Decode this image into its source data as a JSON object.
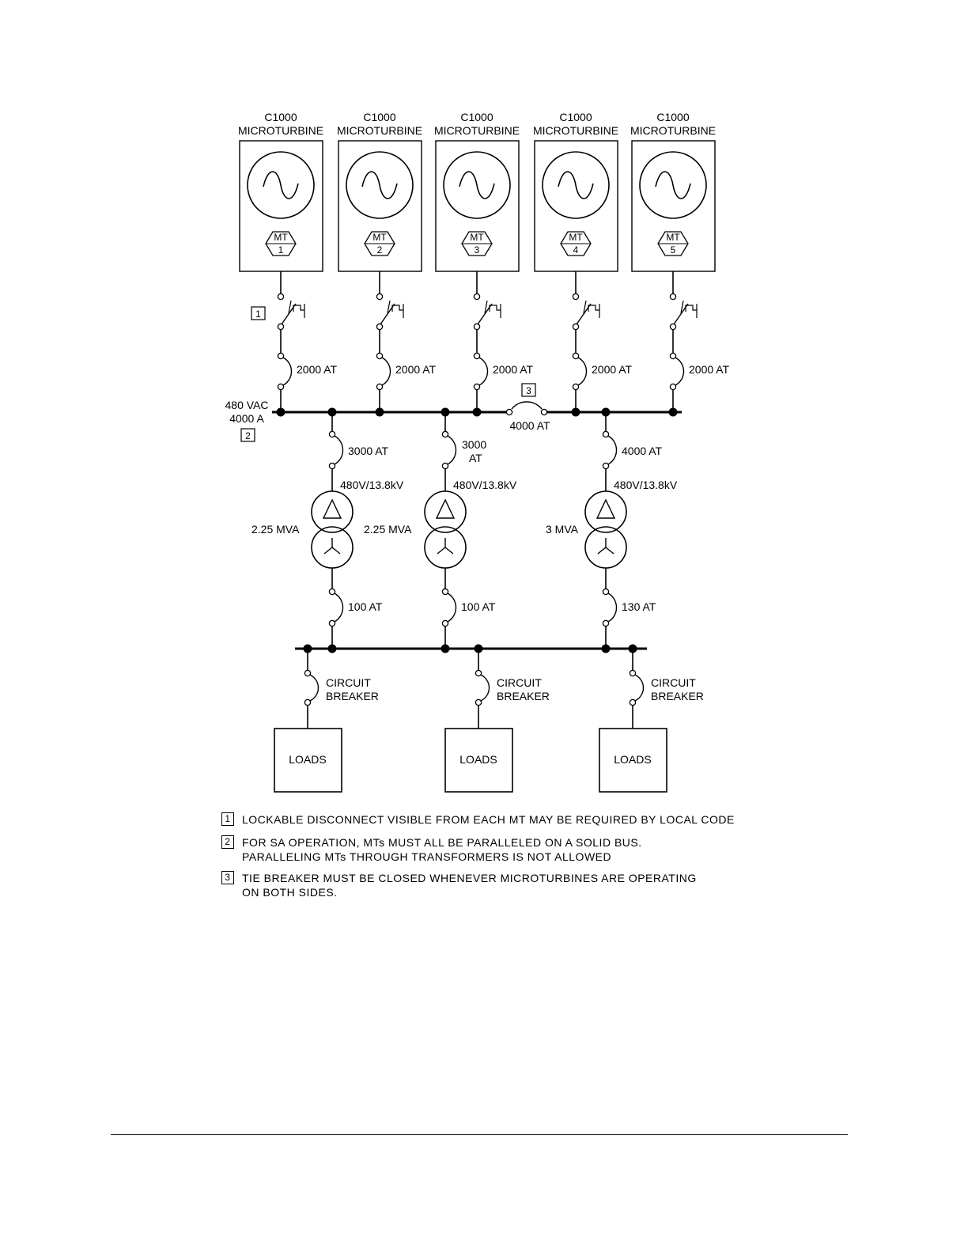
{
  "microturbines": [
    {
      "model": "C1000",
      "type": "MICROTURBINE",
      "badge": "MT",
      "number": "1",
      "breaker": "2000 AT"
    },
    {
      "model": "C1000",
      "type": "MICROTURBINE",
      "badge": "MT",
      "number": "2",
      "breaker": "2000 AT"
    },
    {
      "model": "C1000",
      "type": "MICROTURBINE",
      "badge": "MT",
      "number": "3",
      "breaker": "2000 AT"
    },
    {
      "model": "C1000",
      "type": "MICROTURBINE",
      "badge": "MT",
      "number": "4",
      "breaker": "2000 AT"
    },
    {
      "model": "C1000",
      "type": "MICROTURBINE",
      "badge": "MT",
      "number": "5",
      "breaker": "2000 AT"
    }
  ],
  "disconnect_tag": "1",
  "bus": {
    "voltage": "480 VAC",
    "current": "4000 A",
    "tag": "2"
  },
  "tie_breaker": {
    "tag": "3",
    "rating": "4000 AT"
  },
  "transformers": [
    {
      "primary_breaker_line1": "3000 AT",
      "primary_breaker_line2": "",
      "ratio": "480V/13.8kV",
      "rating": "2.25 MVA",
      "secondary_breaker": "100 AT"
    },
    {
      "primary_breaker_line1": "3000",
      "primary_breaker_line2": "AT",
      "ratio": "480V/13.8kV",
      "rating": "2.25 MVA",
      "secondary_breaker": "100 AT"
    },
    {
      "primary_breaker_line1": "4000 AT",
      "primary_breaker_line2": "",
      "ratio": "480V/13.8kV",
      "rating": "3 MVA",
      "secondary_breaker": "130 AT"
    }
  ],
  "feeders": [
    {
      "breaker_line1": "CIRCUIT",
      "breaker_line2": "BREAKER",
      "load": "LOADS"
    },
    {
      "breaker_line1": "CIRCUIT",
      "breaker_line2": "BREAKER",
      "load": "LOADS"
    },
    {
      "breaker_line1": "CIRCUIT",
      "breaker_line2": "BREAKER",
      "load": "LOADS"
    }
  ],
  "notes": [
    {
      "num": "1",
      "lines": [
        "LOCKABLE DISCONNECT VISIBLE FROM EACH MT MAY BE REQUIRED BY LOCAL CODE"
      ]
    },
    {
      "num": "2",
      "lines": [
        "FOR SA OPERATION, MTs MUST ALL BE PARALLELED ON A SOLID BUS.",
        "PARALLELING MTs THROUGH TRANSFORMERS IS NOT ALLOWED"
      ]
    },
    {
      "num": "3",
      "lines": [
        "TIE BREAKER MUST BE CLOSED WHENEVER MICROTURBINES ARE OPERATING",
        "ON BOTH SIDES."
      ]
    }
  ]
}
